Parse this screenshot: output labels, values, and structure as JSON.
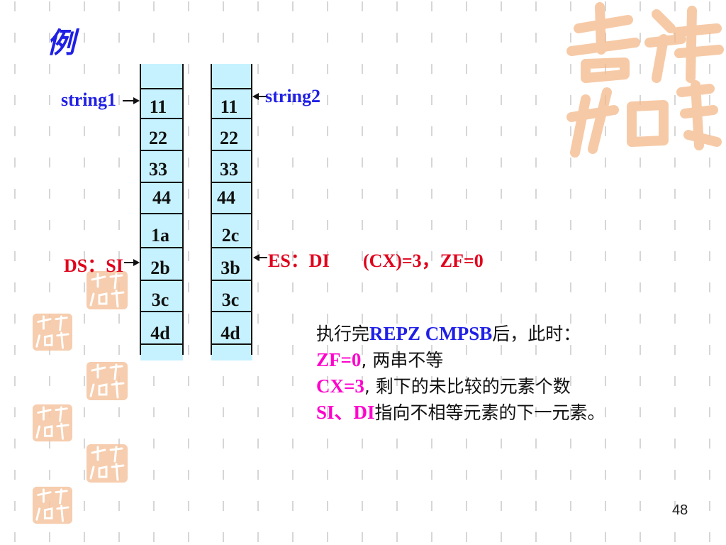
{
  "title": "例",
  "page_number": "48",
  "column1": {
    "label": "string1",
    "pointer": "DS：SI",
    "cells": [
      "11",
      "22",
      "33",
      "44",
      "1a",
      "2b",
      "3c",
      "4d"
    ]
  },
  "column2": {
    "label": "string2",
    "pointer": "ES：DI",
    "cells": [
      "11",
      "22",
      "33",
      "44",
      "2c",
      "3b",
      "3c",
      "4d"
    ]
  },
  "state": "(CX)=3，ZF=0",
  "explanation": {
    "line1_prefix": "执行完",
    "line1_instr": "REPZ CMPSB",
    "line1_suffix": "后，此时：",
    "line2_key": "ZF=0",
    "line2_text": ", 两串不等",
    "line3_key": "CX=3",
    "line3_text": ", 剩下的未比较的元素个数",
    "line4_key": "SI、DI",
    "line4_text": "指向不相等元素的下一元素。"
  },
  "colors": {
    "title": "#1f1fe6",
    "blue_label": "#1f1fe6",
    "red_label": "#e0001b",
    "magenta": "#ff00cc",
    "column_fill": "#c6f2ff",
    "seal": "#f4b98a"
  },
  "icons": [
    "auspicious-seal-icon"
  ]
}
